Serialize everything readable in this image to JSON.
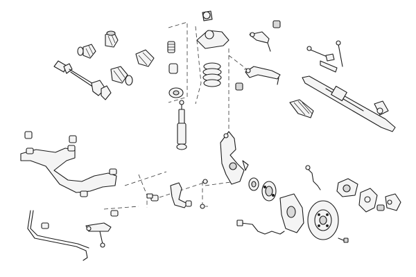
{
  "diagram": {
    "kind": "exploded-view",
    "parts": [
      "drive-shaft-left",
      "cv-boot-left-1",
      "cv-boot-left-2",
      "cv-joint-boot-3",
      "cv-joint-boot-4",
      "drive-shaft-right",
      "strut-top-mount",
      "strut-bump-stop",
      "coil-spring",
      "strut-bearing",
      "shock-absorber",
      "steering-knuckle",
      "upper-control-arm",
      "tie-rod-end-upper",
      "tie-rod-right-1",
      "tie-rod-right-2",
      "steering-rack",
      "steering-rack-boot",
      "subframe",
      "lower-control-arm",
      "stabilizer-bar",
      "stabilizer-link-left",
      "wheel-hub",
      "wheel-bearing",
      "brake-disc-shield",
      "brake-disc",
      "brake-caliper",
      "brake-caliper-carrier",
      "brake-pad-set",
      "abs-sensor-cable",
      "brake-hose",
      "wheel-bolt"
    ]
  }
}
